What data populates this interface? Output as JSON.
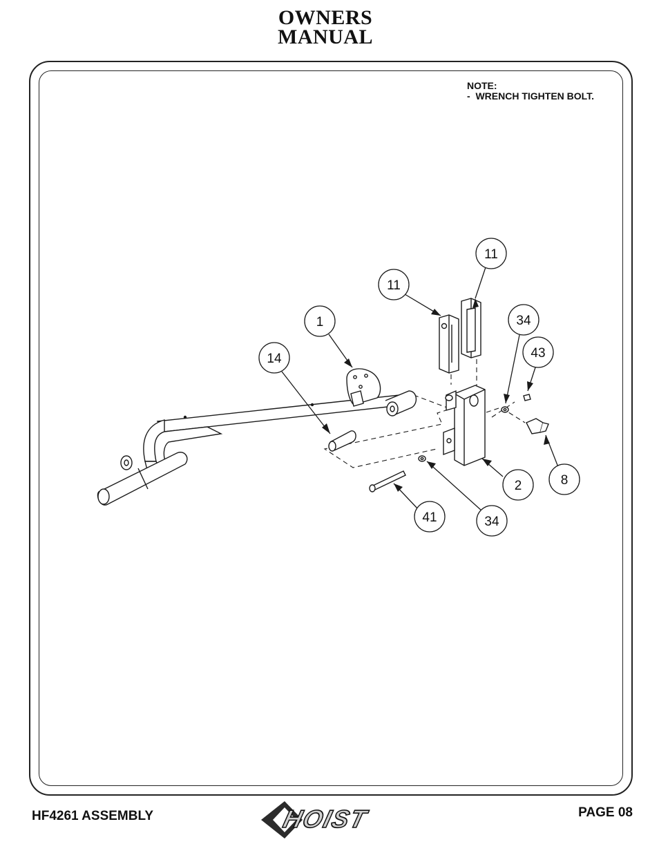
{
  "header": {
    "line1": "OWNERS",
    "line2": "MANUAL"
  },
  "note": {
    "heading": "NOTE:",
    "line": "-  WRENCH TIGHTEN BOLT."
  },
  "callouts": [
    {
      "label": "11"
    },
    {
      "label": "11"
    },
    {
      "label": "1"
    },
    {
      "label": "34"
    },
    {
      "label": "43"
    },
    {
      "label": "14"
    },
    {
      "label": "2"
    },
    {
      "label": "8"
    },
    {
      "label": "41"
    },
    {
      "label": "34"
    }
  ],
  "footer": {
    "left": "HF4261 ASSEMBLY",
    "right": "PAGE 08",
    "logo_text": "HOIST"
  }
}
